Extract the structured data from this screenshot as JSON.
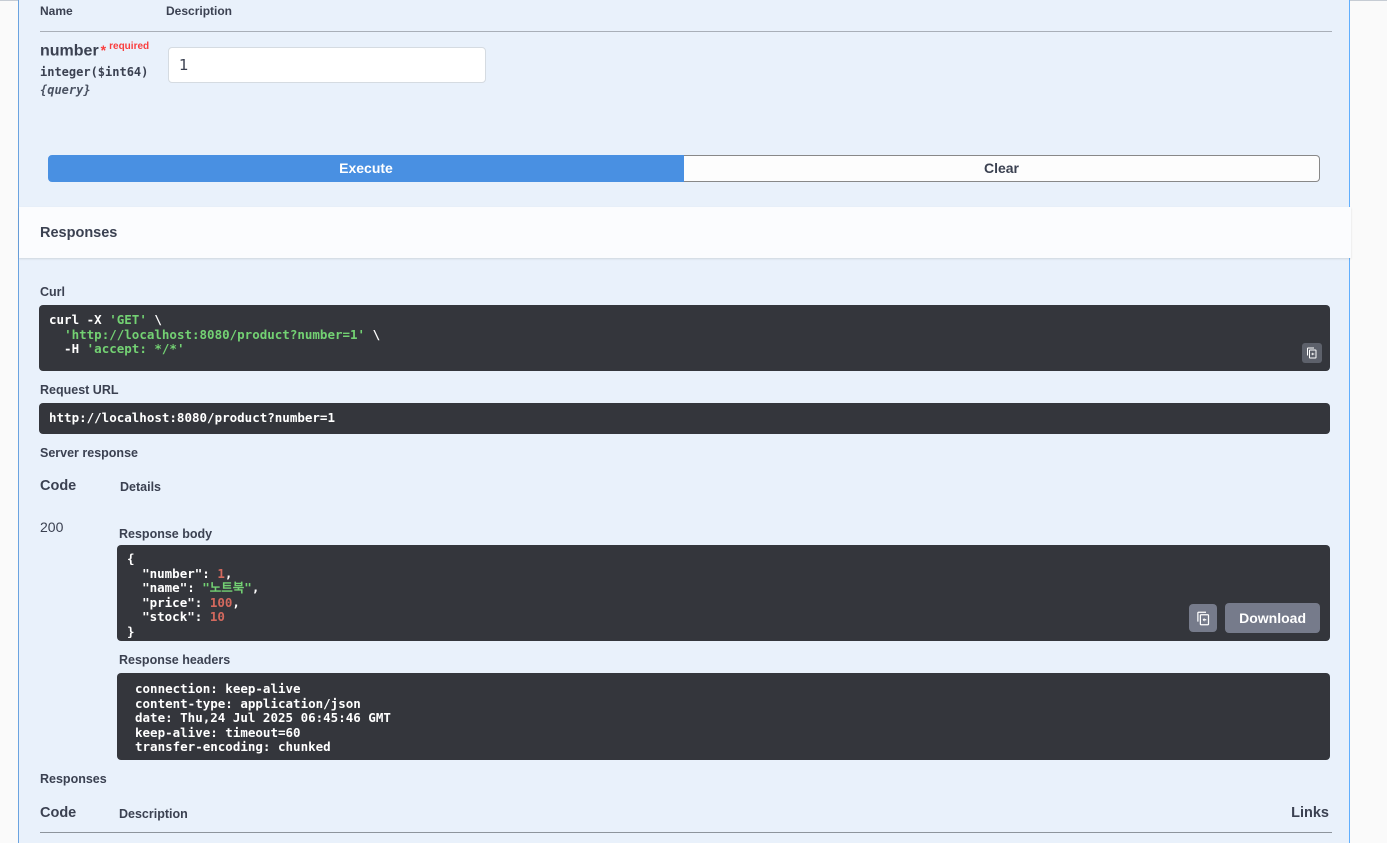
{
  "colors": {
    "accent_blue": "#4990e2",
    "get_border_blue": "#61affe",
    "panel_blue": "#e9f1fb",
    "code_bg": "#34363c",
    "code_string_green": "#73d173",
    "code_number_red": "#d3695e",
    "required_red": "#f93e3e"
  },
  "parameters": {
    "col_name": "Name",
    "col_description": "Description",
    "param": {
      "name": "number",
      "required_star": "*",
      "required_label": "required",
      "type": "integer($int64)",
      "location": "{query}",
      "value": "1"
    }
  },
  "actions": {
    "execute": "Execute",
    "clear": "Clear"
  },
  "responses_header": {
    "title": "Responses"
  },
  "curl": {
    "label": "Curl",
    "l1_a": "curl -X ",
    "l1_b": "'GET'",
    "l1_c": " \\",
    "l2_a": "  ",
    "l2_b": "'http://localhost:8080/product?number=1'",
    "l2_c": " \\",
    "l3_a": "  -H ",
    "l3_b": "'accept: */*'",
    "copy_icon": "clipboard-copy-icon"
  },
  "request_url": {
    "label": "Request URL",
    "url": "http://localhost:8080/product?number=1"
  },
  "server_response": {
    "label": "Server response",
    "col_code": "Code",
    "col_details": "Details",
    "status_code": "200",
    "body_label": "Response body",
    "body": {
      "brace_open": "{",
      "brace_close": "}",
      "lines": [
        {
          "key": "\"number\"",
          "sep": ": ",
          "val": "1",
          "comma": ","
        },
        {
          "key": "\"name\"",
          "sep": ": ",
          "val": "\"노트북\"",
          "comma": ","
        },
        {
          "key": "\"price\"",
          "sep": ": ",
          "val": "100",
          "comma": ","
        },
        {
          "key": "\"stock\"",
          "sep": ": ",
          "val": "10",
          "comma": ""
        }
      ]
    },
    "download_label": "Download",
    "headers_label": "Response headers",
    "headers": [
      "connection: keep-alive",
      "content-type: application/json",
      "date: Thu,24 Jul 2025 06:45:46 GMT",
      "keep-alive: timeout=60",
      "transfer-encoding: chunked"
    ]
  },
  "documented_responses": {
    "label": "Responses",
    "col_code": "Code",
    "col_description": "Description",
    "col_links": "Links"
  }
}
